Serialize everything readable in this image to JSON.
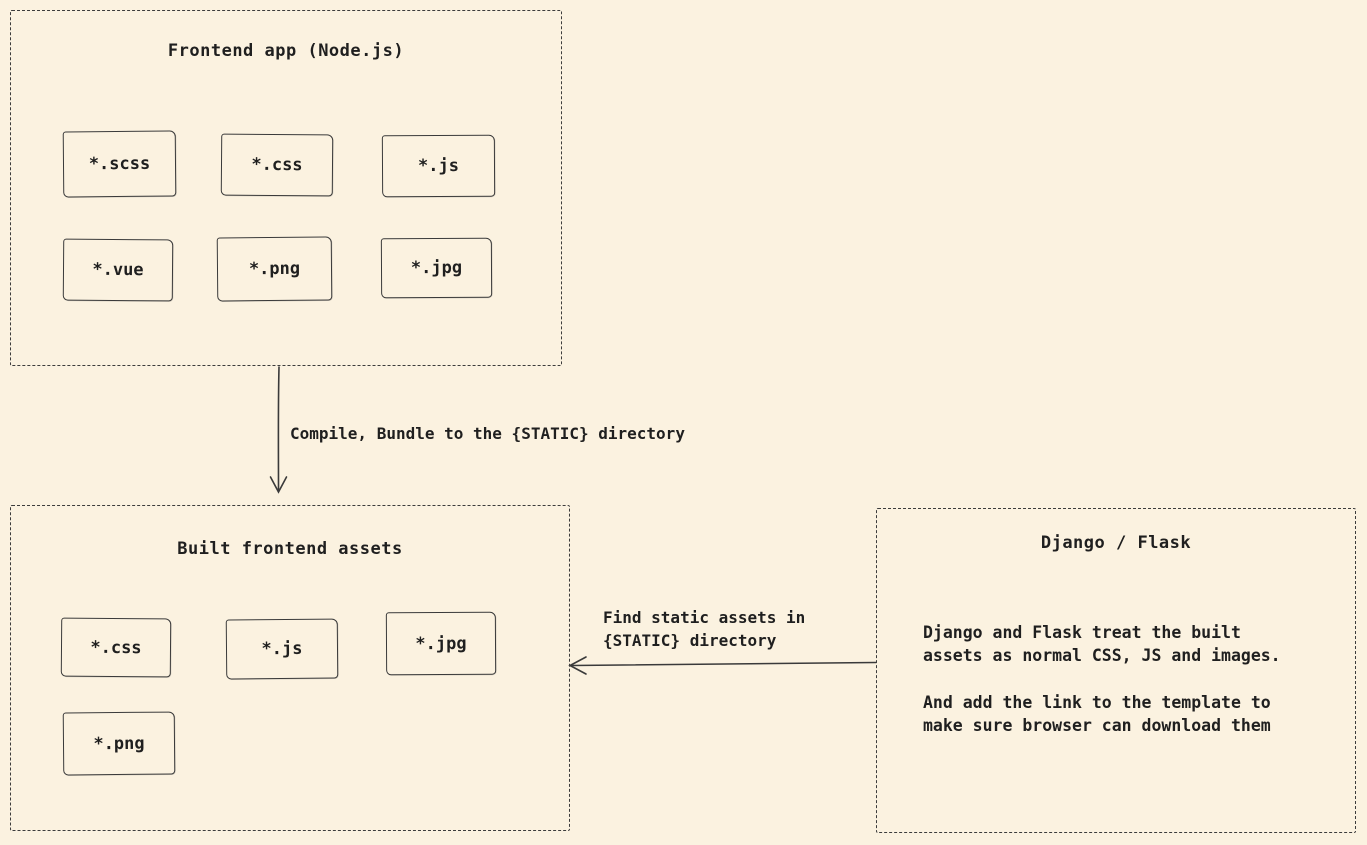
{
  "canvas": {
    "background_color": "#fbf2e0",
    "stroke_color": "#3a3a3a",
    "text_color": "#1f1f1f"
  },
  "frontend_box": {
    "title": "Frontend app (Node.js)",
    "files_row1": [
      "*.scss",
      "*.css",
      "*.js"
    ],
    "files_row2": [
      "*.vue",
      "*.png",
      "*.jpg"
    ]
  },
  "built_box": {
    "title": "Built frontend assets",
    "files_row1": [
      "*.css",
      "*.js",
      "*.jpg"
    ],
    "files_row2": [
      "*.png"
    ]
  },
  "django_box": {
    "title": "Django / Flask",
    "paragraph1": "Django and Flask treat the built\nassets as normal CSS, JS and images.",
    "paragraph2": "And add the link to the template to\nmake sure browser can download them"
  },
  "arrows": {
    "compile_label": "Compile, Bundle to the {STATIC} directory",
    "find_label": "Find static assets in\n{STATIC} directory"
  }
}
